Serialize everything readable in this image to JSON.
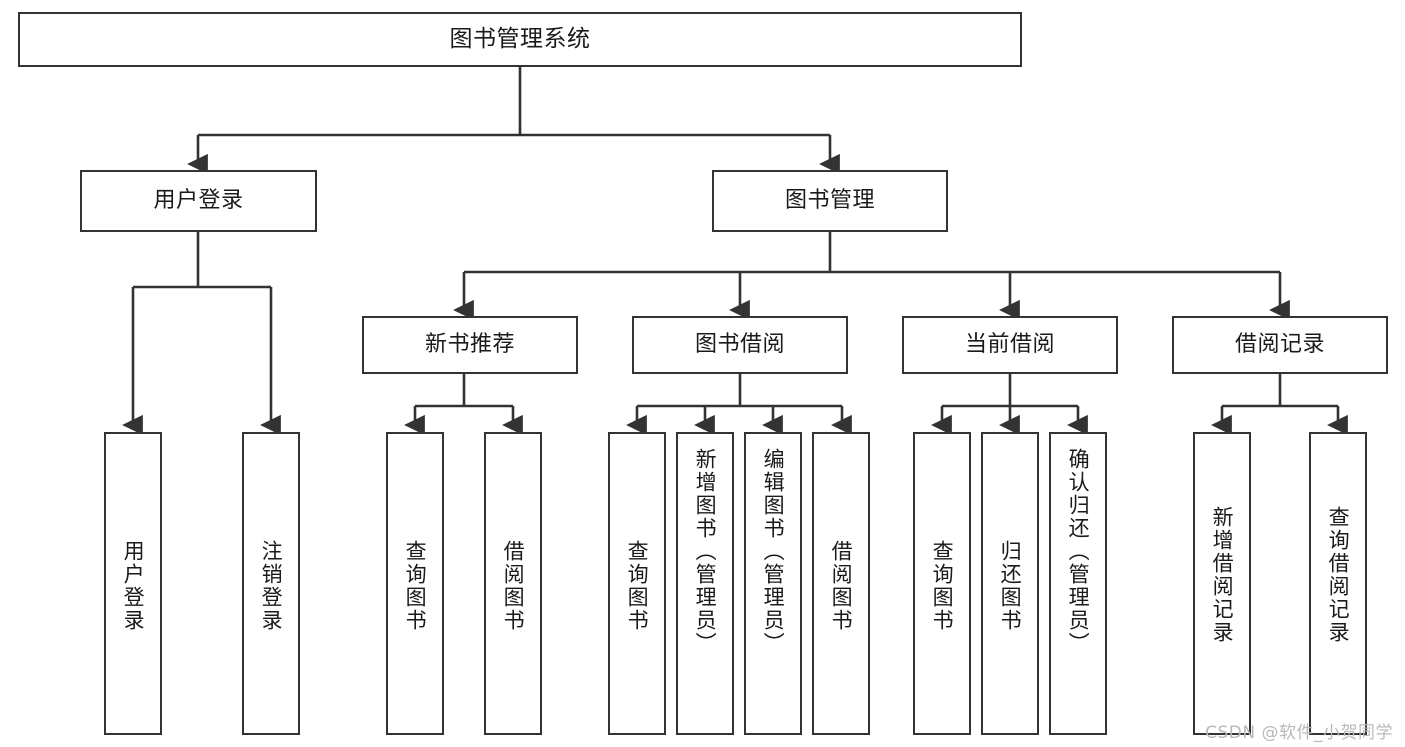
{
  "diagram": {
    "title": "图书管理系统",
    "type": "tree",
    "watermark": "CSDN @软件_小贺同学",
    "colors": {
      "stroke": "#333333",
      "fill": "#ffffff",
      "text": "#1a1a1a",
      "watermark": "#b9b9b9"
    },
    "nodes": {
      "root": {
        "label": "图书管理系统"
      },
      "level2": [
        {
          "id": "user-login",
          "label": "用户登录"
        },
        {
          "id": "book-management",
          "label": "图书管理"
        }
      ],
      "level3": [
        {
          "id": "new-book-recommend",
          "label": "新书推荐"
        },
        {
          "id": "book-borrow",
          "label": "图书借阅"
        },
        {
          "id": "current-borrow",
          "label": "当前借阅"
        },
        {
          "id": "borrow-record",
          "label": "借阅记录"
        }
      ],
      "leaves": {
        "user_login": [
          {
            "id": "leaf-user-login",
            "label": "用户登录"
          },
          {
            "id": "leaf-logout",
            "label": "注销登录"
          }
        ],
        "new_book_recommend": [
          {
            "id": "leaf-query-book-1",
            "label": "查询图书"
          },
          {
            "id": "leaf-borrow-book-1",
            "label": "借阅图书"
          }
        ],
        "book_borrow": [
          {
            "id": "leaf-query-book-2",
            "label": "查询图书"
          },
          {
            "id": "leaf-add-book",
            "label": "新增图书（管理员）"
          },
          {
            "id": "leaf-edit-book",
            "label": "编辑图书（管理员）"
          },
          {
            "id": "leaf-borrow-book-2",
            "label": "借阅图书"
          }
        ],
        "current_borrow": [
          {
            "id": "leaf-query-book-3",
            "label": "查询图书"
          },
          {
            "id": "leaf-return-book",
            "label": "归还图书"
          },
          {
            "id": "leaf-confirm-return",
            "label": "确认归还（管理员）"
          }
        ],
        "borrow_record": [
          {
            "id": "leaf-add-record",
            "label": "新增借阅记录"
          },
          {
            "id": "leaf-query-record",
            "label": "查询借阅记录"
          }
        ]
      }
    }
  }
}
